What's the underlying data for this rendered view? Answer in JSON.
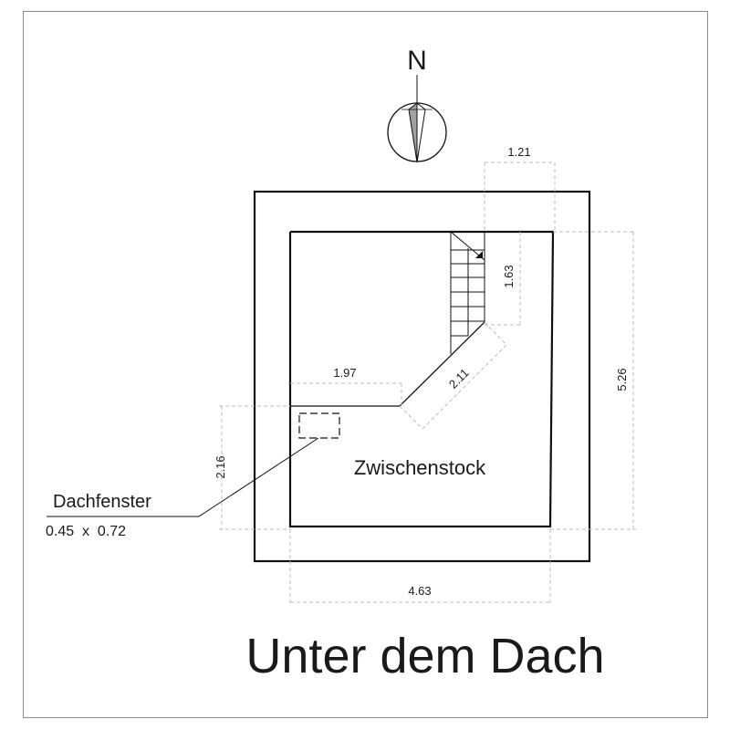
{
  "title": "Unter dem Dach",
  "north_label": "N",
  "room_label": "Zwischenstock",
  "window_note": {
    "label": "Dachfenster",
    "size": "0.45  x  0.72"
  },
  "dimensions": {
    "top_width": "1.21",
    "stair_length": "1.63",
    "right_height": "5.26",
    "left_width": "1.97",
    "diagonal": "2.11",
    "left_height": "2.16",
    "bottom_width": "4.63"
  },
  "colors": {
    "line": "#111111",
    "dimension": "#bdbdbd",
    "compass_fill": "#a0a0a0"
  }
}
